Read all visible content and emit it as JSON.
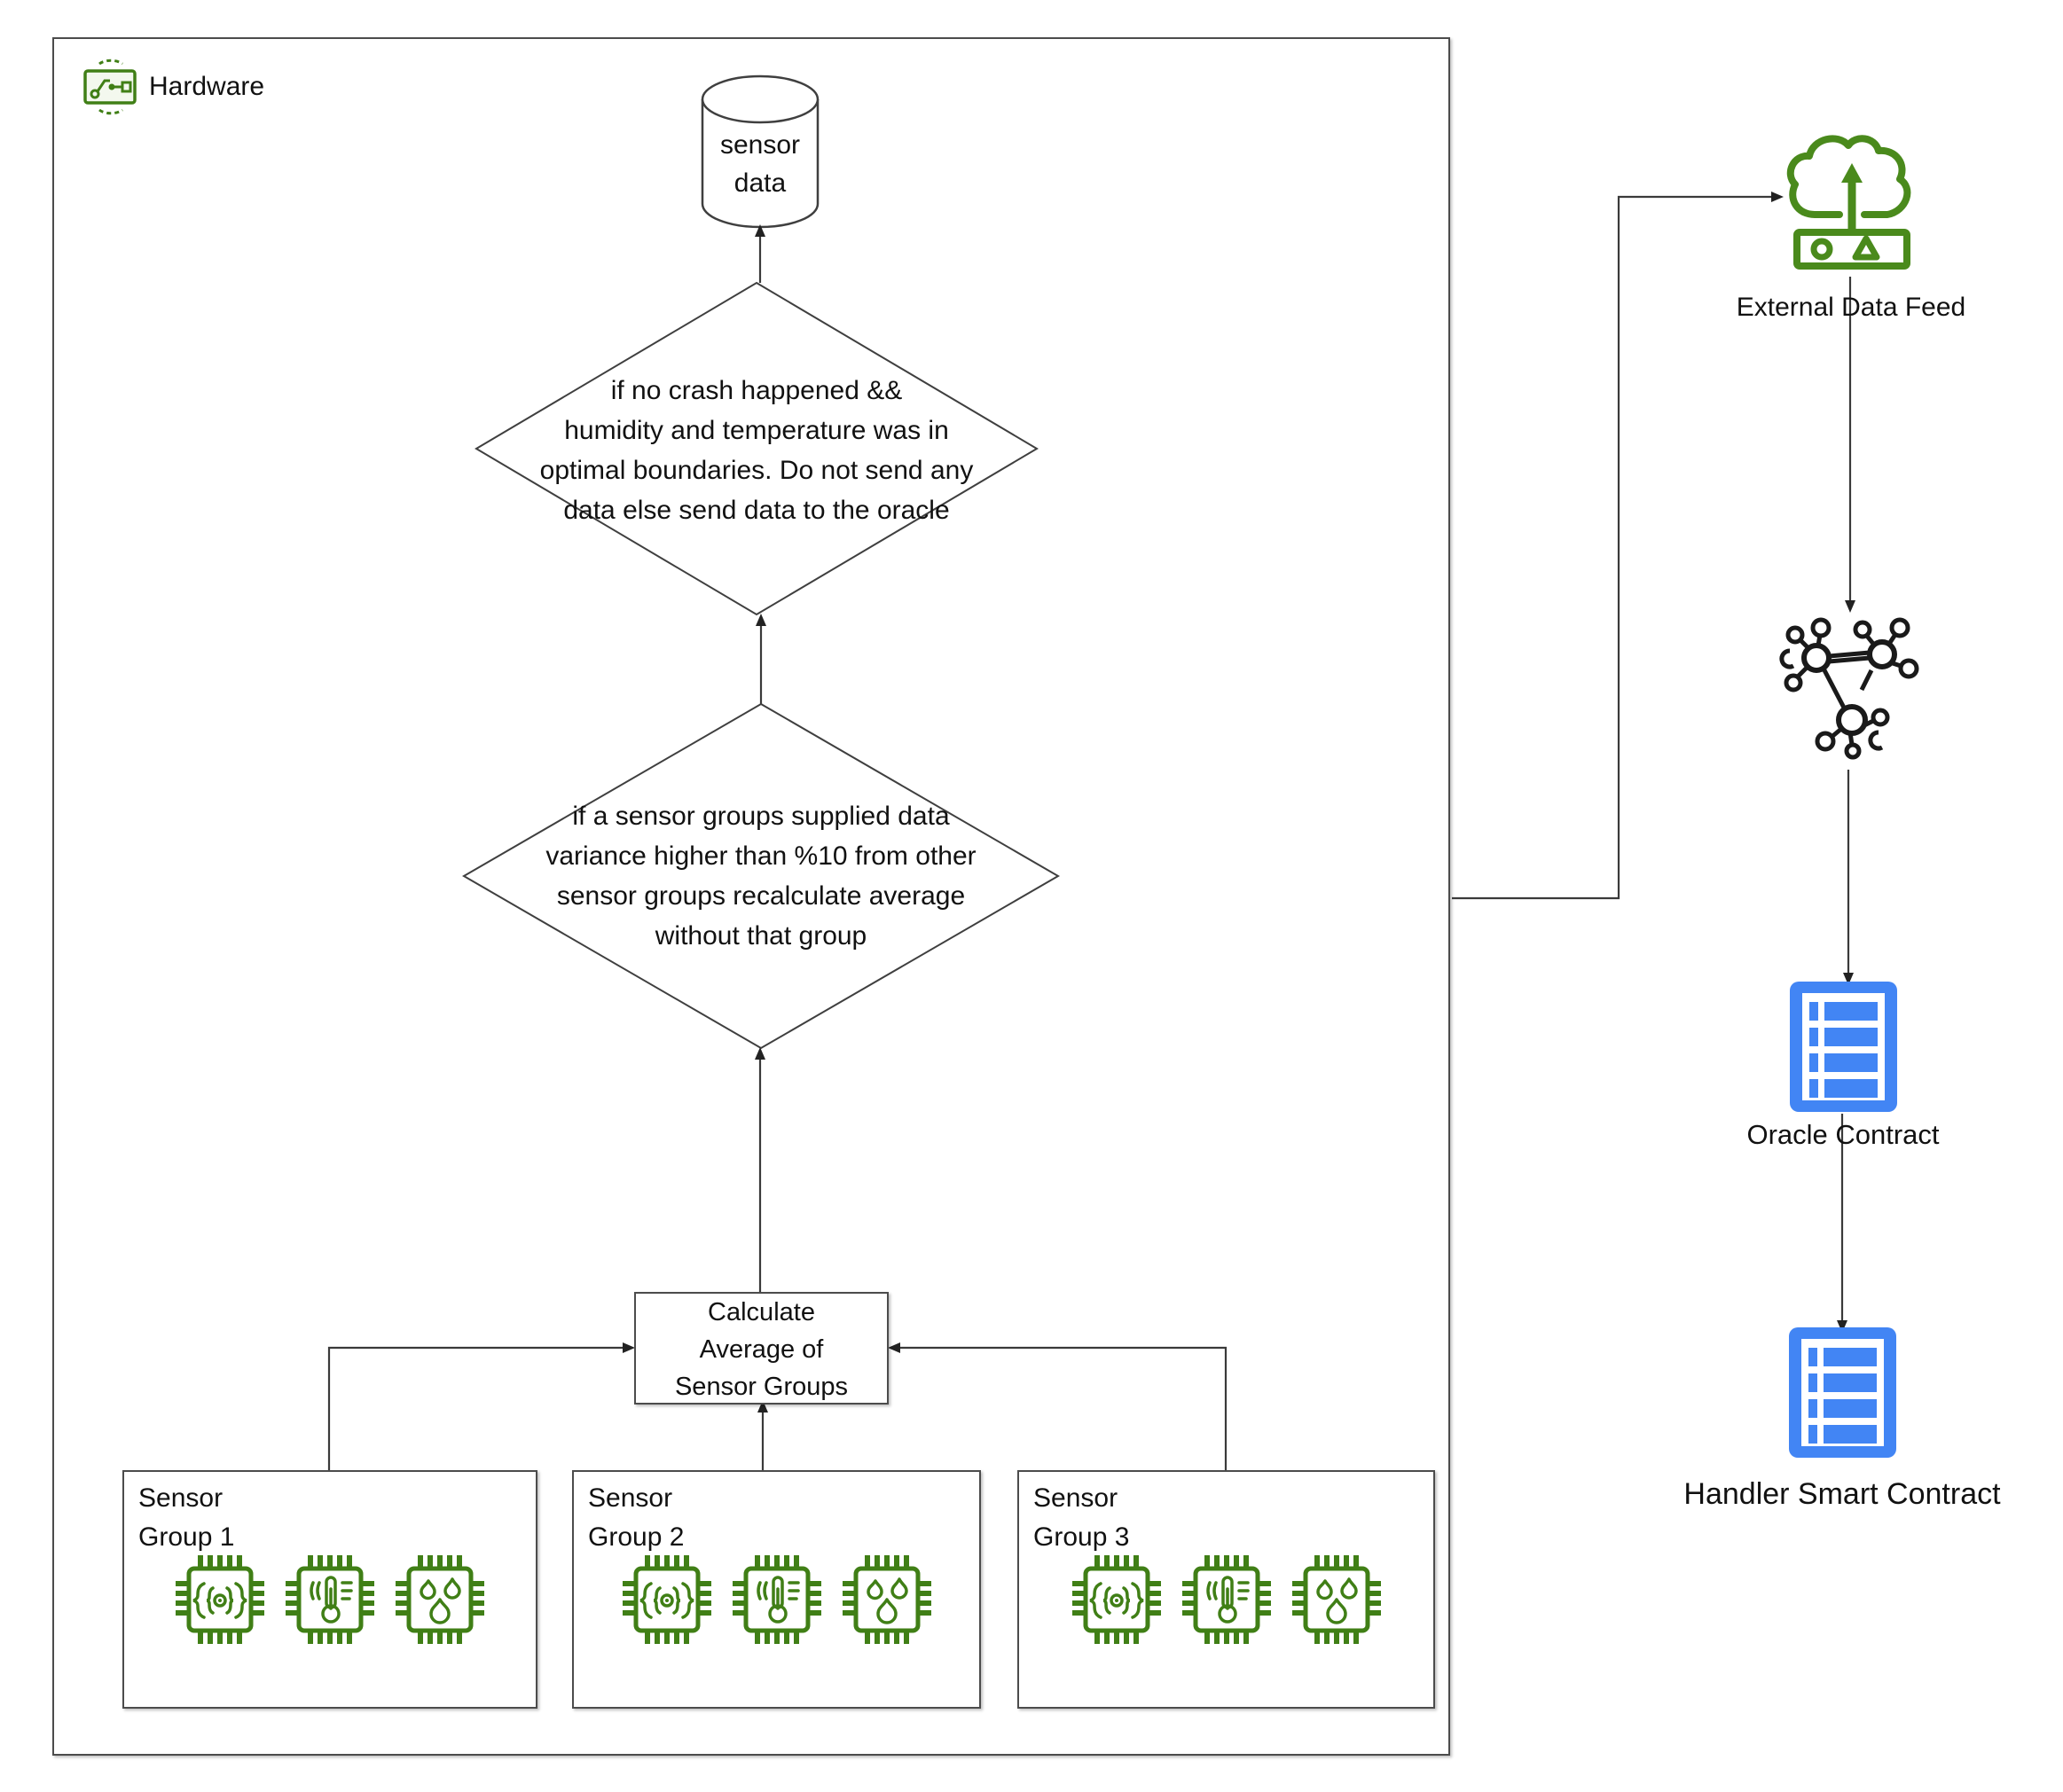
{
  "hardware": {
    "title": "Hardware",
    "icon": "circuit-board-icon",
    "datastore": {
      "shape": "cylinder",
      "line1": "sensor",
      "line2": "data"
    },
    "decision1": {
      "shape": "diamond",
      "lines": [
        "if no crash happened &&",
        "humidity and temperature was in",
        "optimal boundaries. Do not send any",
        "data else send data to the oracle"
      ]
    },
    "decision2": {
      "shape": "diamond",
      "lines": [
        "if a sensor groups supplied data",
        "variance higher than %10 from other",
        "sensor groups recalculate average",
        "without that group"
      ]
    },
    "calculate_box": {
      "line1": "Calculate",
      "line2": "Average of",
      "line3": "Sensor Groups"
    },
    "sensor_groups": [
      {
        "line1": "Sensor",
        "line2": "Group 1"
      },
      {
        "line1": "Sensor",
        "line2": "Group 2"
      },
      {
        "line1": "Sensor",
        "line2": "Group 3"
      }
    ],
    "sensor_icons": [
      "vibration-chip-icon",
      "temperature-chip-icon",
      "humidity-chip-icon"
    ]
  },
  "external": {
    "data_feed": {
      "label": "External Data Feed",
      "icon": "cloud-upload-feed-icon"
    },
    "network": {
      "icon": "decentralized-network-icon"
    },
    "oracle": {
      "label": "Oracle Contract",
      "icon": "smart-contract-icon"
    },
    "handler": {
      "label": "Handler Smart Contract",
      "icon": "smart-contract-icon"
    }
  },
  "colors": {
    "green": "#407f16",
    "blue": "#4285f4",
    "line": "#3a3a3a",
    "border": "#4c4c4c"
  }
}
